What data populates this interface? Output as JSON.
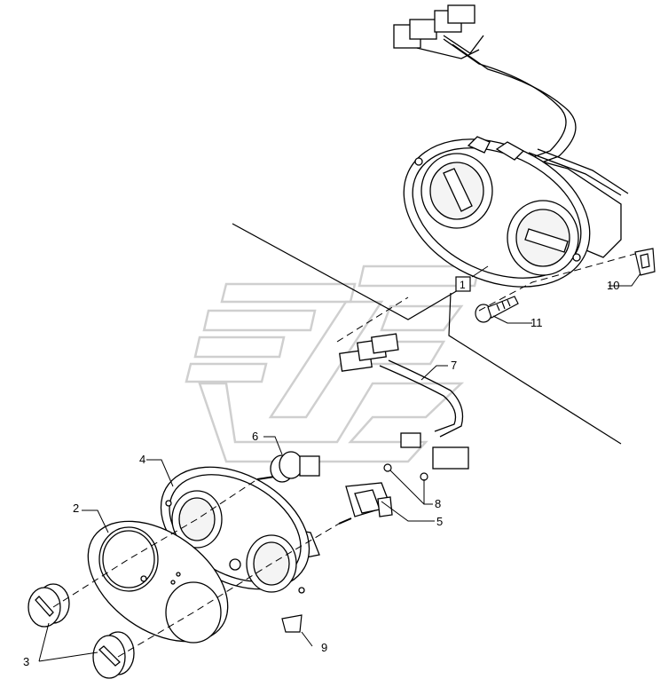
{
  "diagram": {
    "type": "exploded parts diagram",
    "callouts": {
      "c1": "1",
      "c2": "2",
      "c3": "3",
      "c4": "4",
      "c5": "5",
      "c6": "6",
      "c7": "7",
      "c8": "8",
      "c9": "9",
      "c10": "10",
      "c11": "11"
    }
  }
}
